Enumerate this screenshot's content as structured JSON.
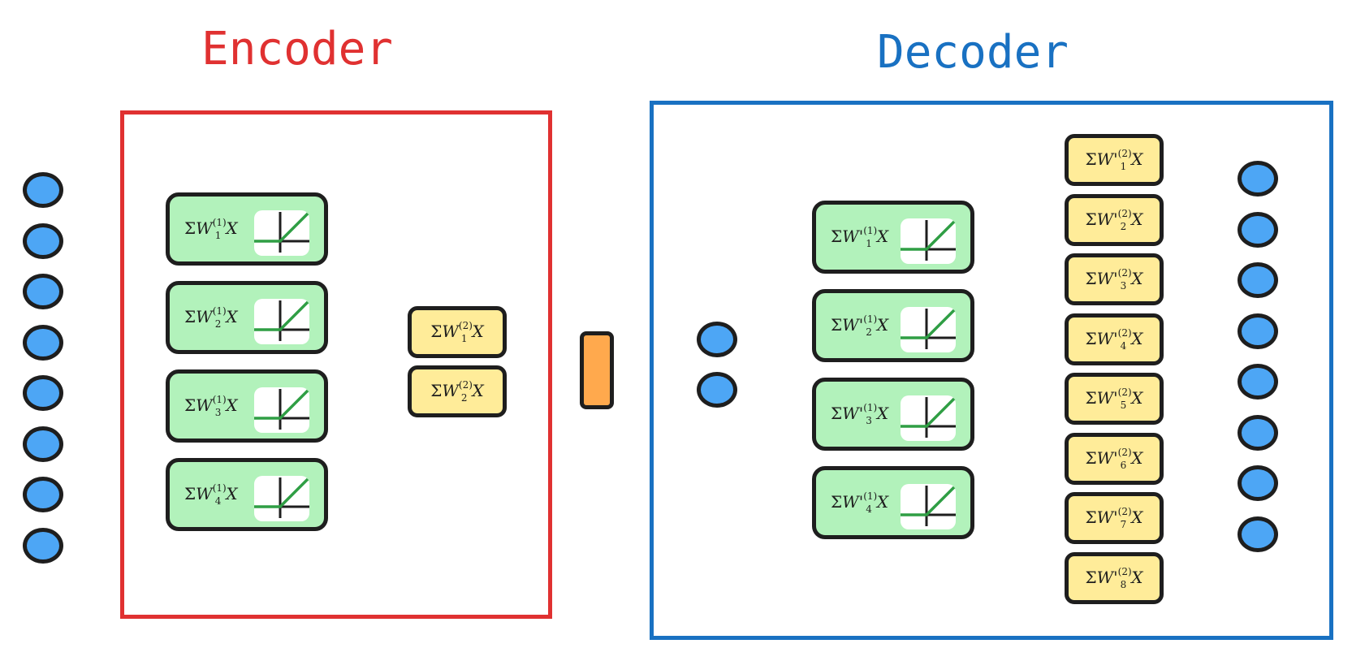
{
  "encoder": {
    "title": "Encoder",
    "color": "#e03131",
    "input_nodes": 8,
    "hidden_layer": [
      {
        "sum": "Σ",
        "w": "W",
        "sub": "1",
        "sup": "(1)",
        "x": "X",
        "activation": "relu"
      },
      {
        "sum": "Σ",
        "w": "W",
        "sub": "2",
        "sup": "(1)",
        "x": "X",
        "activation": "relu"
      },
      {
        "sum": "Σ",
        "w": "W",
        "sub": "3",
        "sup": "(1)",
        "x": "X",
        "activation": "relu"
      },
      {
        "sum": "Σ",
        "w": "W",
        "sub": "4",
        "sup": "(1)",
        "x": "X",
        "activation": "relu"
      }
    ],
    "code_layer": [
      {
        "sum": "Σ",
        "w": "W",
        "sub": "1",
        "sup": "(2)",
        "x": "X"
      },
      {
        "sum": "Σ",
        "w": "W",
        "sub": "2",
        "sup": "(2)",
        "x": "X"
      }
    ]
  },
  "latent": {
    "color": "#ffa94d"
  },
  "decoder": {
    "title": "Decoder",
    "color": "#1971c2",
    "input_nodes": 2,
    "hidden_layer": [
      {
        "sum": "Σ",
        "w": "W'",
        "sub": "1",
        "sup": "(1)",
        "x": "X",
        "activation": "relu"
      },
      {
        "sum": "Σ",
        "w": "W'",
        "sub": "2",
        "sup": "(1)",
        "x": "X",
        "activation": "relu"
      },
      {
        "sum": "Σ",
        "w": "W'",
        "sub": "3",
        "sup": "(1)",
        "x": "X",
        "activation": "relu"
      },
      {
        "sum": "Σ",
        "w": "W'",
        "sub": "4",
        "sup": "(1)",
        "x": "X",
        "activation": "relu"
      }
    ],
    "output_layer": [
      {
        "sum": "Σ",
        "w": "W'",
        "sub": "1",
        "sup": "(2)",
        "x": "X"
      },
      {
        "sum": "Σ",
        "w": "W'",
        "sub": "2",
        "sup": "(2)",
        "x": "X"
      },
      {
        "sum": "Σ",
        "w": "W'",
        "sub": "3",
        "sup": "(2)",
        "x": "X"
      },
      {
        "sum": "Σ",
        "w": "W'",
        "sub": "4",
        "sup": "(2)",
        "x": "X"
      },
      {
        "sum": "Σ",
        "w": "W'",
        "sub": "5",
        "sup": "(2)",
        "x": "X"
      },
      {
        "sum": "Σ",
        "w": "W'",
        "sub": "6",
        "sup": "(2)",
        "x": "X"
      },
      {
        "sum": "Σ",
        "w": "W'",
        "sub": "7",
        "sup": "(2)",
        "x": "X"
      },
      {
        "sum": "Σ",
        "w": "W'",
        "sub": "8",
        "sup": "(2)",
        "x": "X"
      }
    ],
    "output_nodes": 8
  },
  "colors": {
    "node": "#4da6f5",
    "hidden": "#b2f2bb",
    "code": "#ffec99",
    "relu_line": "#2f9e44"
  }
}
